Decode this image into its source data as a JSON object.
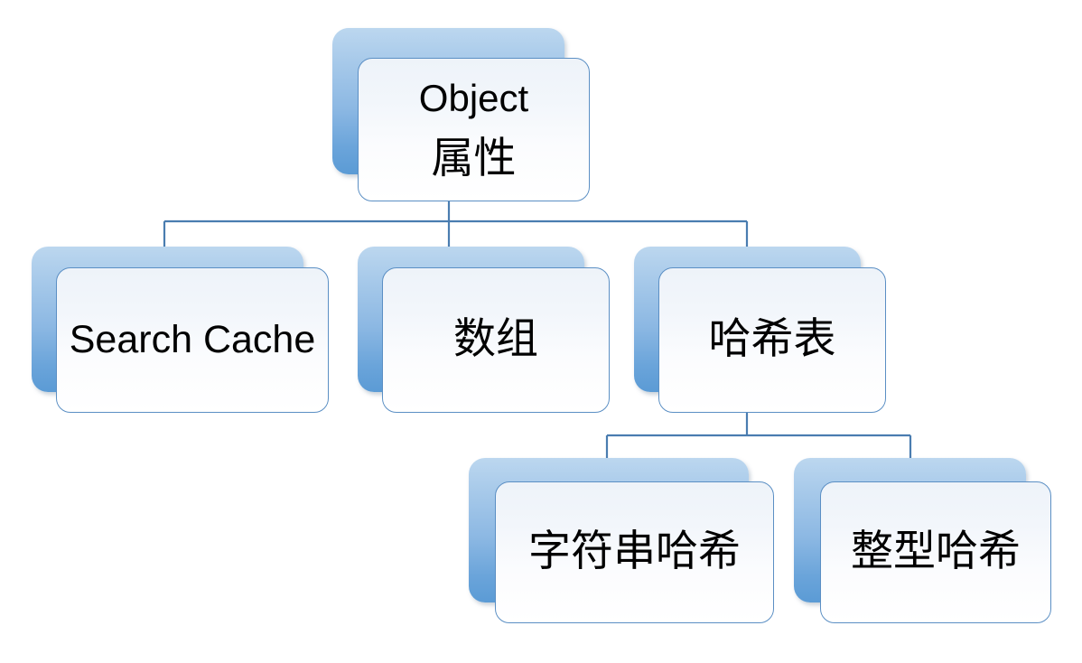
{
  "diagram": {
    "type": "tree",
    "title": "",
    "background_color": "#ffffff",
    "node_fill_back": "#8cb8e3",
    "node_fill_front": "#f5f8fc",
    "node_border_color": "#5b8fc4",
    "connector_color": "#4a7db0",
    "nodes": [
      {
        "id": "root",
        "level": 1,
        "label_line1": "Object",
        "label_line2": "属性",
        "label_full": "Object 属性"
      },
      {
        "id": "search-cache",
        "level": 2,
        "label": "Search Cache"
      },
      {
        "id": "array",
        "level": 2,
        "label": "数组"
      },
      {
        "id": "hash-table",
        "level": 2,
        "label": "哈希表"
      },
      {
        "id": "string-hash",
        "level": 3,
        "label": "字符串哈希"
      },
      {
        "id": "int-hash",
        "level": 3,
        "label": "整型哈希"
      }
    ],
    "edges": [
      {
        "from": "root",
        "to": "search-cache"
      },
      {
        "from": "root",
        "to": "array"
      },
      {
        "from": "root",
        "to": "hash-table"
      },
      {
        "from": "hash-table",
        "to": "string-hash"
      },
      {
        "from": "hash-table",
        "to": "int-hash"
      }
    ]
  }
}
